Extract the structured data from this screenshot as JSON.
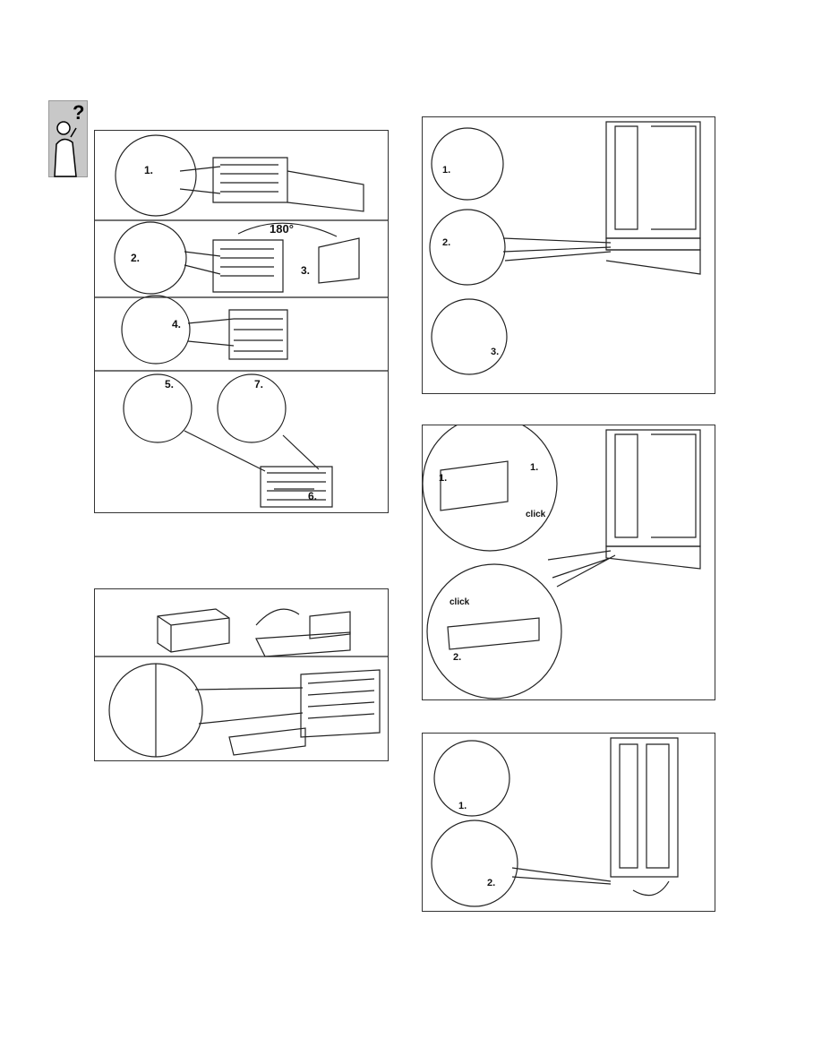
{
  "help_icon": {
    "glyph": "?",
    "name": "help-person-icon"
  },
  "panel_a": {
    "steps": [
      "1.",
      "2.",
      "3.",
      "4.",
      "5.",
      "6.",
      "7."
    ],
    "angle": "180°"
  },
  "panel_b": {},
  "panel_c": {
    "steps": [
      "1.",
      "2.",
      "3."
    ]
  },
  "panel_d": {
    "steps": [
      "1.",
      "1.",
      "2."
    ],
    "click": "click"
  },
  "panel_e": {
    "steps": [
      "1.",
      "2."
    ]
  },
  "colors": {
    "line": "#222222",
    "panel_border": "#333333",
    "icon_bg": "#c8c8c8"
  }
}
